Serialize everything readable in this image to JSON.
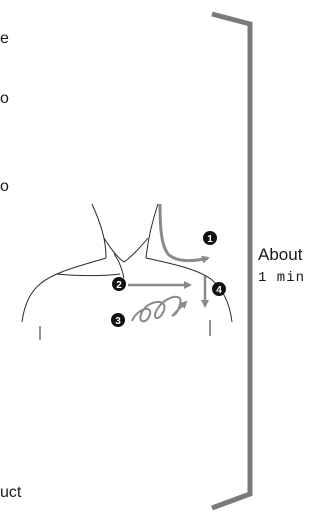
{
  "left_fragments": [
    "e",
    "o",
    "o",
    "uct"
  ],
  "step_numbers": [
    "1",
    "2",
    "3",
    "4"
  ],
  "duration": {
    "line1": "About",
    "line2": "1 min"
  },
  "colors": {
    "arrow": "#8a8a8a",
    "bracket": "#7a7a7a",
    "outline": "#2a2a2a",
    "badge": "#111111"
  }
}
